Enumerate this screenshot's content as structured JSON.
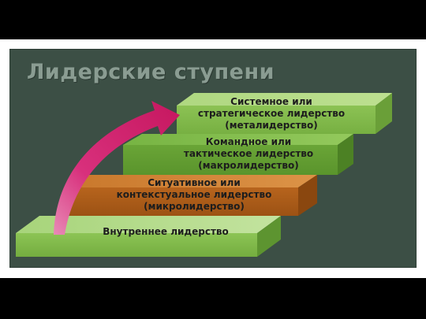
{
  "slide": {
    "title": "Лидерские ступени"
  },
  "steps": [
    {
      "line1": "Внутреннее лидерство",
      "line2": "",
      "line3": ""
    },
    {
      "line1": "Ситуативное или",
      "line2": "контекстуальное лидерство",
      "line3": "(микролидерство)"
    },
    {
      "line1": "Командное или",
      "line2": "тактическое лидерство",
      "line3": "(макролидерство)"
    },
    {
      "line1": "Системное или",
      "line2": "стратегическое  лидерство",
      "line3": "(металидерство)"
    }
  ],
  "colors": {
    "background": "#3c4f45",
    "title": "#8a9c92",
    "step_green_light": "#8cc455",
    "step_green": "#6ea83c",
    "step_orange": "#b5621b",
    "arrow": "#d21f6f"
  },
  "icons": {
    "arrow": "curved-arrow-up-right"
  }
}
